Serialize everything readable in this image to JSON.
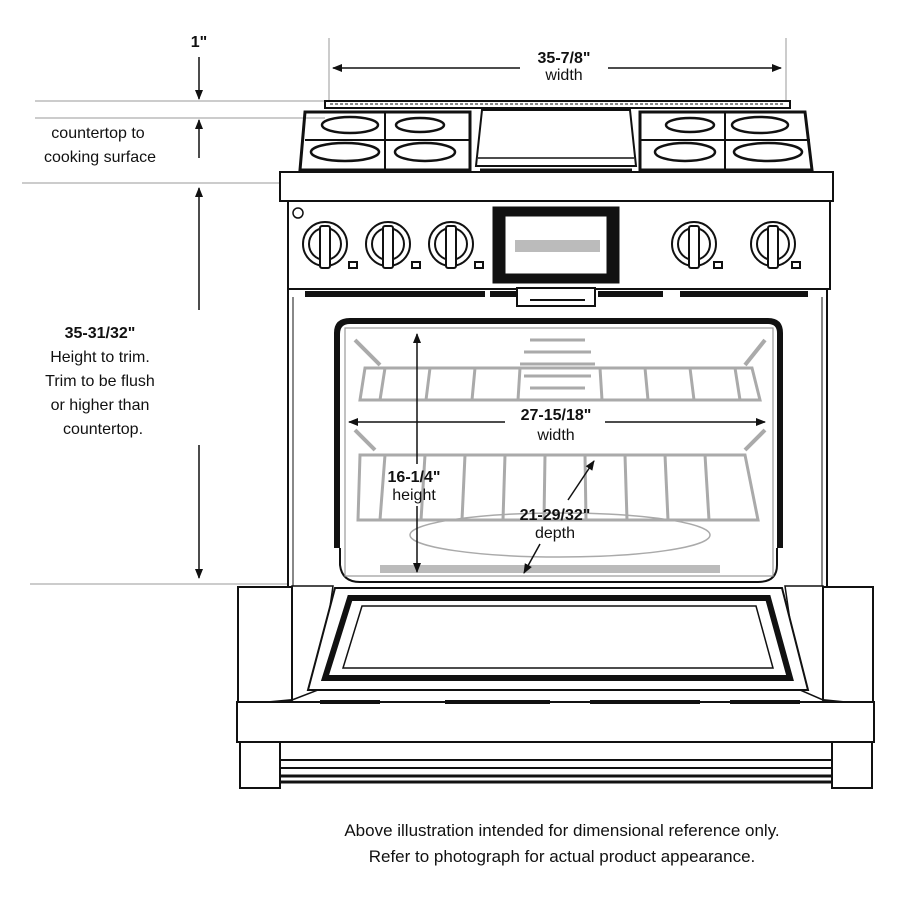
{
  "dimensions": {
    "top_gap": {
      "value": "1\""
    },
    "overall_width": {
      "value": "35-7/8\"",
      "label": "width"
    },
    "countertop": {
      "line1": "countertop to",
      "line2": "cooking surface"
    },
    "overall_height": {
      "value": "35-31/32\"",
      "line1": "Height to trim.",
      "line2": "Trim to be flush",
      "line3": "or higher than",
      "line4": "countertop."
    },
    "oven_width": {
      "value": "27-15/18\"",
      "label": "width"
    },
    "oven_height": {
      "value": "16-1/4\"",
      "label": "height"
    },
    "oven_depth": {
      "value": "21-29/32\"",
      "label": "depth"
    }
  },
  "caption": {
    "line1": "Above illustration intended for dimensional reference only.",
    "line2": "Refer to photograph for actual product appearance."
  }
}
